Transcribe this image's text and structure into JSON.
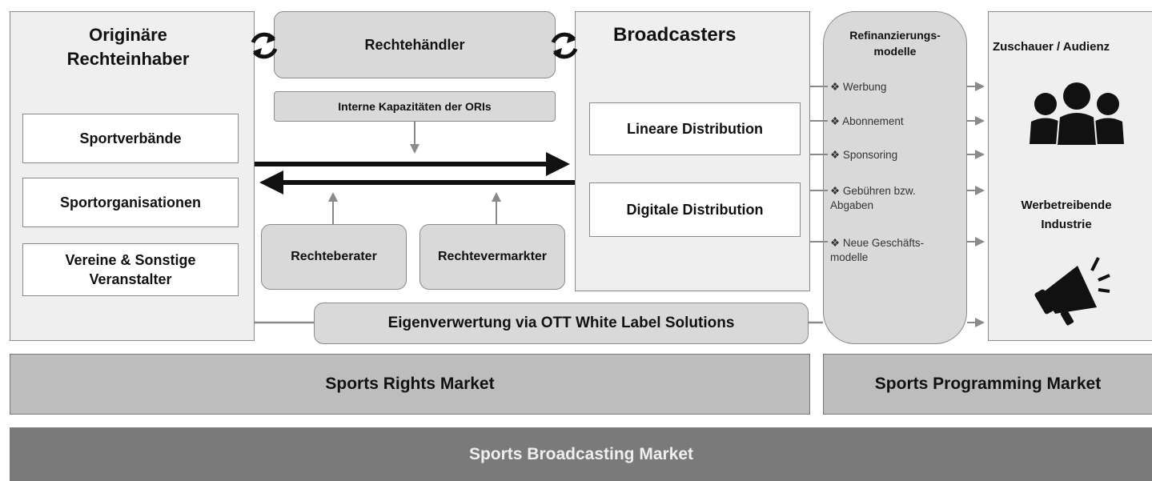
{
  "rights_holders": {
    "title": "Originäre Rechteinhaber",
    "items": [
      "Sportverbände",
      "Sportorganisationen",
      "Vereine & Sonstige Veranstalter"
    ]
  },
  "rights_dealers": {
    "title": "Rechtehändler"
  },
  "internal_capacities": "Interne Kapazitäten der ORIs",
  "advisors": "Rechteberater",
  "marketers": "Rechtevermarkter",
  "broadcasters": {
    "title": "Broadcasters",
    "items": [
      "Lineare Distribution",
      "Digitale Distribution"
    ]
  },
  "own_exploitation": "Eigenverwertung via OTT White Label Solutions",
  "refinancing": {
    "title": "Refinanzierungs-modelle",
    "items": [
      "Werbung",
      "Abonnement",
      "Sponsoring",
      "Gebühren bzw. Abgaben",
      "Neue Geschäfts-modelle"
    ]
  },
  "audience": {
    "title": "Zuschauer / Audienz",
    "industry": "Werbetreibende Industrie",
    "icons": [
      "people-group-icon",
      "megaphone-icon"
    ]
  },
  "markets": {
    "rights": "Sports Rights Market",
    "programming": "Sports Programming Market",
    "broadcasting": "Sports Broadcasting Market"
  },
  "colors": {
    "panel": "#efefef",
    "border": "#8a8a8a",
    "rights_market": "#bdbdbd",
    "broadcasting_market": "#7a7a7a"
  }
}
